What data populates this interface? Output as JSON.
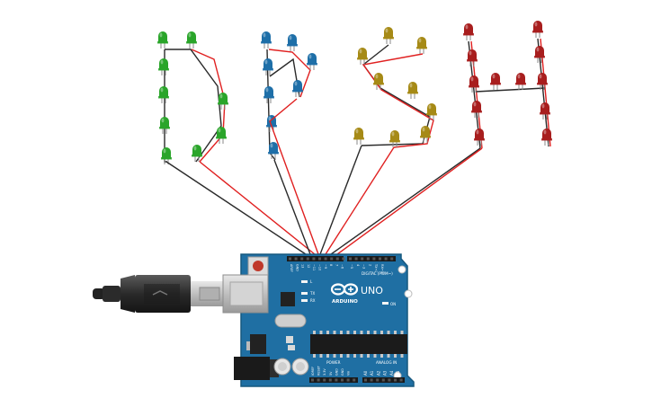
{
  "colors": {
    "background": "#ffffff",
    "board": "#1f6fa3",
    "board_edge": "#17587f",
    "wire_red": "#e02020",
    "wire_black": "#2a2a2a",
    "led_green": "#2aa52a",
    "led_blue": "#1e6fa8",
    "led_olive": "#a68a16",
    "led_red": "#a81e1e"
  },
  "board": {
    "brand": "ARDUINO",
    "model": "UNO",
    "digital_label": "DIGITAL (PWM~)",
    "power_label": "POWER",
    "analog_label": "ANALOG IN",
    "on_label": "ON",
    "l_label": "L",
    "tx_label": "TX",
    "rx_label": "RX",
    "digital_pins": [
      "AREF",
      "GND",
      "13",
      "12",
      "~11",
      "~10",
      "~9",
      "8",
      "7",
      "~6",
      "~5",
      "4",
      "~3",
      "2",
      "TX→1",
      "RX←0"
    ],
    "power_pins": [
      "IOREF",
      "RESET",
      "3.3V",
      "5V",
      "GND",
      "GND",
      "Vin"
    ],
    "analog_pins": [
      "A0",
      "A1",
      "A2",
      "A3",
      "A4",
      "A5"
    ]
  },
  "letters": [
    {
      "name": "D",
      "color": "green"
    },
    {
      "name": "P",
      "color": "blue"
    },
    {
      "name": "S",
      "color": "olive"
    },
    {
      "name": "H",
      "color": "red"
    }
  ]
}
